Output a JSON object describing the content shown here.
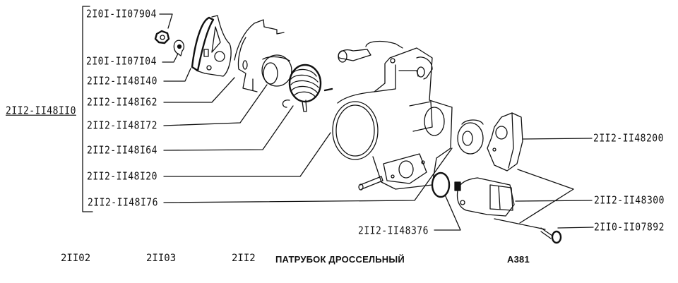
{
  "diagram": {
    "assembly": {
      "part_number": "2II2-II48II0"
    },
    "left_callouts": [
      {
        "part_number": "2I0I-II07904"
      },
      {
        "part_number": "2I0I-II07I04"
      },
      {
        "part_number": "2II2-II48I40"
      },
      {
        "part_number": "2II2-II48I62"
      },
      {
        "part_number": "2II2-II48I72"
      },
      {
        "part_number": "2II2-II48I64"
      },
      {
        "part_number": "2II2-II48I20"
      },
      {
        "part_number": "2II2-II48I76"
      }
    ],
    "right_callouts": [
      {
        "part_number": "2II2-II48200"
      },
      {
        "part_number": "2II2-II48300"
      },
      {
        "part_number": "2II0-II07892"
      }
    ],
    "bottom_callout": {
      "part_number": "2II2-II48376"
    }
  },
  "footer": {
    "models": [
      "2II02",
      "2II03",
      "2II2"
    ],
    "title": "ПАТРУБОК ДРОССЕЛЬНЫЙ",
    "sheet_code": "А381"
  }
}
